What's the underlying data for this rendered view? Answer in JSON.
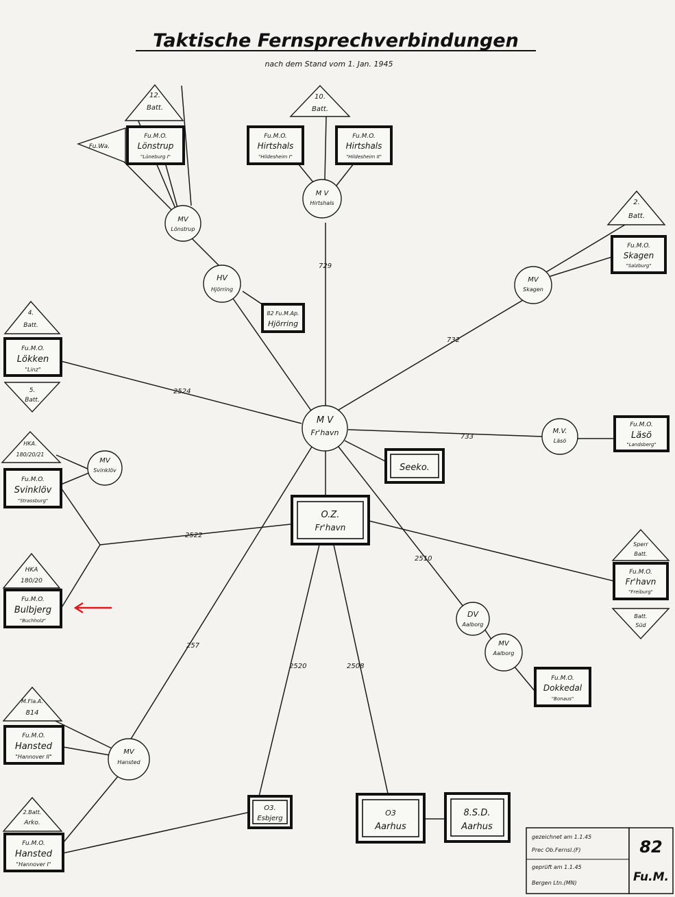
{
  "title": "Taktische Fernsprechverbindungen",
  "subtitle": "nach dem Stand vom 1. Jan. 1945",
  "page_number": "82",
  "stamp": {
    "drawn_label": "gezeichnet am 1.1.45",
    "drawn_sign": "Prec  Ob.Fernsl.(F)",
    "checked_label": "geprüft am 1.1.45",
    "checked_sign": "Bergen  Ltn.(MN)",
    "stamp_code": "Fu.M."
  },
  "nodes": {
    "mv_frhavn": {
      "lines": [
        "M V",
        "Fr'havn"
      ]
    },
    "oz_frhavn": {
      "lines": [
        "O.Z.",
        "Fr'havn"
      ]
    },
    "seeko": {
      "lines": [
        "Seeko."
      ]
    },
    "mv_lonstrup": {
      "lines": [
        "MV",
        "Lönstrup"
      ]
    },
    "fumo_lonstrup": {
      "lines": [
        "Fu.M.O.",
        "Lönstrup",
        "\"Lüneburg I\""
      ]
    },
    "batt_12": {
      "lines": [
        "12.",
        "Batt."
      ]
    },
    "fu_wa": {
      "lines": [
        "Fu.Wa."
      ]
    },
    "batt_10": {
      "lines": [
        "10.",
        "Batt."
      ]
    },
    "fumo_hirtshals1": {
      "lines": [
        "Fu.M.O.",
        "Hirtshals",
        "\"Hildesheim I\""
      ]
    },
    "fumo_hirtshals2": {
      "lines": [
        "Fu.M.O.",
        "Hirtshals",
        "\"Hildesheim II\""
      ]
    },
    "mv_hirtshals": {
      "lines": [
        "M V",
        "Hirtshals"
      ]
    },
    "hv_hjorring": {
      "lines": [
        "HV",
        "Hjörring"
      ]
    },
    "fuma_hjorring": {
      "lines": [
        "82 Fu.M.Ap.",
        "Hjörring"
      ]
    },
    "batt_2": {
      "lines": [
        "2.",
        "Batt."
      ]
    },
    "fumo_skagen": {
      "lines": [
        "Fu.M.O.",
        "Skagen",
        "\"Salzburg\""
      ]
    },
    "mv_skagen": {
      "lines": [
        "MV",
        "Skagen"
      ]
    },
    "batt_4": {
      "lines": [
        "4.",
        "Batt."
      ]
    },
    "fumo_lokken": {
      "lines": [
        "Fu.M.O.",
        "Lökken",
        "\"Linz\""
      ]
    },
    "batt_5": {
      "lines": [
        "5.",
        "Batt."
      ]
    },
    "mv_laso": {
      "lines": [
        "M.V.",
        "Läsö"
      ]
    },
    "fumo_laso": {
      "lines": [
        "Fu.M.O.",
        "Läsö",
        "\"Landsberg\""
      ]
    },
    "hka_180_20_21": {
      "lines": [
        "HKA.",
        "180/20/21"
      ]
    },
    "mv_svinklov": {
      "lines": [
        "MV",
        "Svinklöv"
      ]
    },
    "fumo_svinklov": {
      "lines": [
        "Fu.M.O.",
        "Svinklöv",
        "\"Strassburg\""
      ]
    },
    "hka_180_20": {
      "lines": [
        "HKA",
        "180/20"
      ]
    },
    "fumo_bulbjerg": {
      "lines": [
        "Fu.M.O.",
        "Bulbjerg",
        "\"Buchholz\""
      ]
    },
    "sperr_batt": {
      "lines": [
        "Sperr",
        "Batt."
      ]
    },
    "fumo_frhavn": {
      "lines": [
        "Fu.M.O.",
        "Fr'havn",
        "\"Freiburg\""
      ]
    },
    "batt_sud": {
      "lines": [
        "Batt.",
        "Süd"
      ]
    },
    "dv_aalborg": {
      "lines": [
        "DV",
        "Aalborg"
      ]
    },
    "mv_aalborg": {
      "lines": [
        "MV",
        "Aalborg"
      ]
    },
    "fumo_dokkedal": {
      "lines": [
        "Fu.M.O.",
        "Dokkedal",
        "\"Bonaus\""
      ]
    },
    "mraa_814": {
      "lines": [
        "M.Fla.A.",
        "814"
      ]
    },
    "fumo_hansted1": {
      "lines": [
        "Fu.M.O.",
        "Hansted",
        "\"Hannover II\""
      ]
    },
    "mv_hansted": {
      "lines": [
        "MV",
        "Hansted"
      ]
    },
    "batt_arko": {
      "lines": [
        "2.Batt.",
        "Arko."
      ]
    },
    "fumo_hansted2": {
      "lines": [
        "Fu.M.O.",
        "Hansted",
        "\"Hannover I\""
      ]
    },
    "oz_esbjerg": {
      "lines": [
        "O3.",
        "Esbjerg"
      ]
    },
    "oz_aarhus": {
      "lines": [
        "O3",
        "Aarhus"
      ]
    },
    "sd_aarhus": {
      "lines": [
        "8.S.D.",
        "Aarhus"
      ]
    }
  },
  "edge_labels": {
    "e729": "729",
    "e732": "732",
    "e733": "733",
    "e2524": "2524",
    "e2522": "2522",
    "e2510": "2510",
    "e257": "257",
    "e2520": "2520",
    "e2508": "2508"
  }
}
